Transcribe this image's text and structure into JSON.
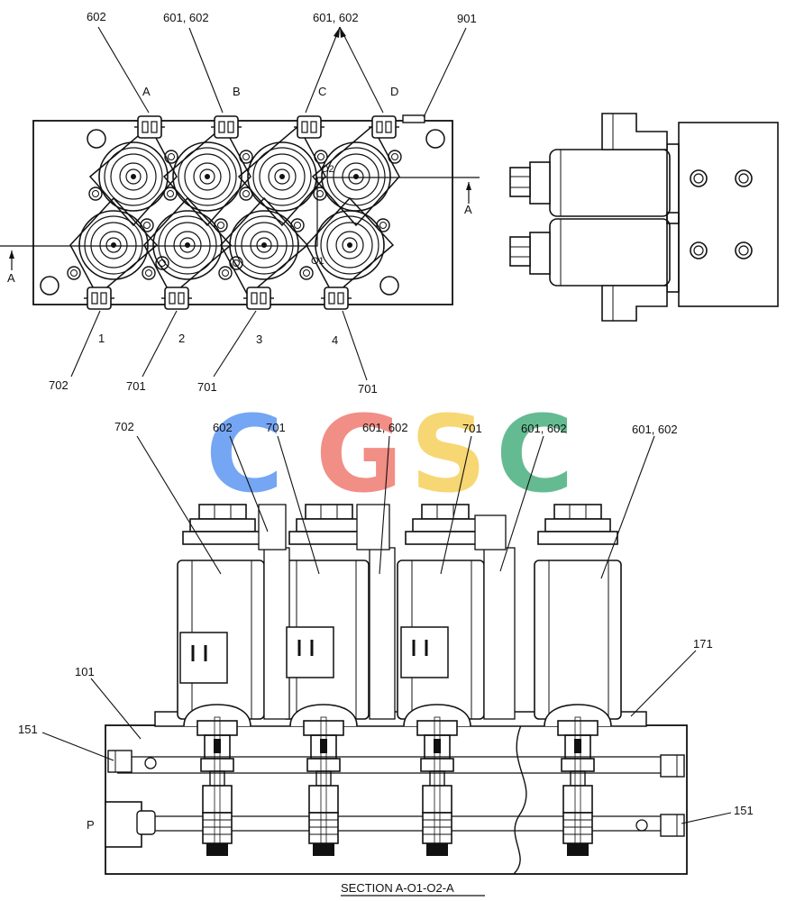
{
  "top_view": {
    "labels": {
      "l602": "602",
      "l601_602_b": "601, 602",
      "l601_602_cd": "601, 602",
      "l901": "901",
      "port_a": "A",
      "port_b": "B",
      "port_c": "C",
      "port_d": "D",
      "n1": "1",
      "n2": "2",
      "n3": "3",
      "n4": "4",
      "l702": "702",
      "l701_a": "701",
      "l701_b": "701",
      "l701_c": "701",
      "o1": "O1",
      "o2": "O2",
      "section_a_left": "A",
      "section_a_right": "A"
    }
  },
  "section_view": {
    "labels": {
      "l702": "702",
      "l602": "602",
      "l701_a": "701",
      "l601_602_a": "601, 602",
      "l701_b": "701",
      "l601_602_b": "601, 602",
      "l601_602_c": "601, 602",
      "l171": "171",
      "l101": "101",
      "l151_left": "151",
      "l151_right": "151",
      "port_p": "P"
    },
    "caption": "SECTION  A-O1-O2-A"
  },
  "watermark": {
    "letters": [
      "C",
      "G",
      "S",
      "C"
    ],
    "colors": [
      "#4f8ef0",
      "#ee6f63",
      "#f6cc4c",
      "#3aa873"
    ]
  }
}
